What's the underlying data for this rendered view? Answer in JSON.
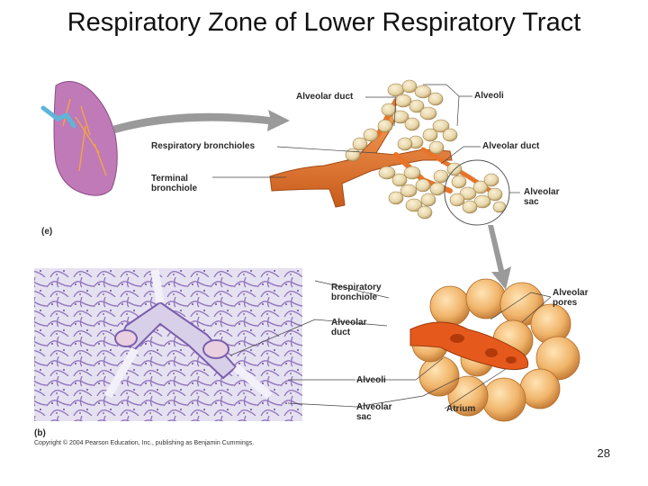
{
  "slide": {
    "title": "Respiratory Zone of Lower Respiratory Tract",
    "page_number": "28"
  },
  "figure_e": {
    "panel_label": "(e)",
    "labels": {
      "alveolar_duct_top": "Alveolar duct",
      "alveoli_top": "Alveoli",
      "respiratory_bronchioles": "Respiratory bronchioles",
      "alveolar_duct_right": "Alveolar duct",
      "terminal_bronchiole_1": "Terminal",
      "terminal_bronchiole_2": "bronchiole",
      "alveolar_sac_1": "Alveolar",
      "alveolar_sac_2": "sac"
    }
  },
  "figure_b": {
    "panel_label": "(b)",
    "labels": {
      "respiratory_bronchiole_1": "Respiratory",
      "respiratory_bronchiole_2": "bronchiole",
      "alveolar_duct_1": "Alveolar",
      "alveolar_duct_2": "duct",
      "alveoli": "Alveoli",
      "alveolar_sac_1": "Alveolar",
      "alveolar_sac_2": "sac",
      "alveolar_pores_1": "Alveolar",
      "alveolar_pores_2": "pores",
      "atrium": "Atrium"
    }
  },
  "copyright": "Copyright © 2004 Pearson Education, Inc., publishing as Benjamin Cummings.",
  "colors": {
    "lung": "#c07ab8",
    "airway": "#e8742a",
    "alveoli": "#e6d5a8",
    "histology": "#b9a6d6",
    "leader_line": "#444444"
  }
}
